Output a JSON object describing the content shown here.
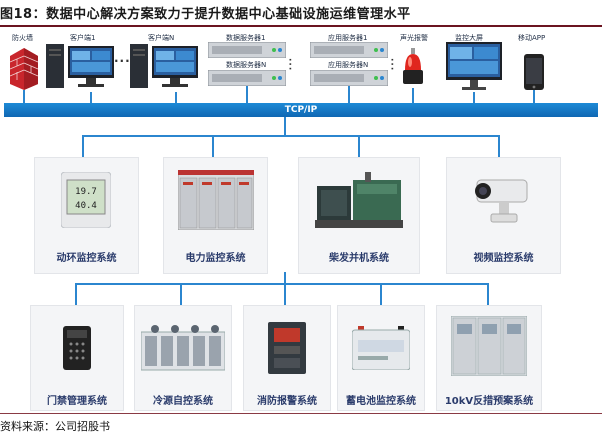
{
  "title": "图18：数据中心解决方案致力于提升数据中心基础设施运维管理水平",
  "source": "资料来源：公司招股书",
  "bus_label": "TCP/IP",
  "top_devices": [
    {
      "id": "firewall",
      "label": "防火墙"
    },
    {
      "id": "client1",
      "label": "客户端1"
    },
    {
      "id": "clientN",
      "label": "客户端N"
    },
    {
      "id": "db1",
      "label": "数据服务器1"
    },
    {
      "id": "dbN",
      "label": "数据服务器N"
    },
    {
      "id": "app1",
      "label": "应用服务器1"
    },
    {
      "id": "appN",
      "label": "应用服务器N"
    },
    {
      "id": "alarm",
      "label": "声光报警"
    },
    {
      "id": "monitor",
      "label": "监控大屏"
    },
    {
      "id": "mobile",
      "label": "移动APP"
    }
  ],
  "middle_systems": [
    {
      "id": "env",
      "label": "动环监控系统",
      "icon": "env-sensor-icon"
    },
    {
      "id": "power",
      "label": "电力监控系统",
      "icon": "power-cabinet-icon"
    },
    {
      "id": "generator",
      "label": "柴发并机系统",
      "icon": "generator-icon"
    },
    {
      "id": "video",
      "label": "视频监控系统",
      "icon": "camera-icon"
    }
  ],
  "bottom_systems": [
    {
      "id": "access",
      "label": "门禁管理系统",
      "icon": "access-reader-icon"
    },
    {
      "id": "cooling",
      "label": "冷源自控系统",
      "icon": "chiller-icon"
    },
    {
      "id": "fire",
      "label": "消防报警系统",
      "icon": "fire-panel-icon"
    },
    {
      "id": "battery",
      "label": "蓄电池监控系统",
      "icon": "battery-icon"
    },
    {
      "id": "kv",
      "label": "10kV反措预案系统",
      "icon": "switchgear-icon"
    }
  ],
  "colors": {
    "bus": "#1378c6",
    "line": "#2b86cf",
    "label": "#2a3b6b",
    "title_rule": "#6b1420"
  }
}
